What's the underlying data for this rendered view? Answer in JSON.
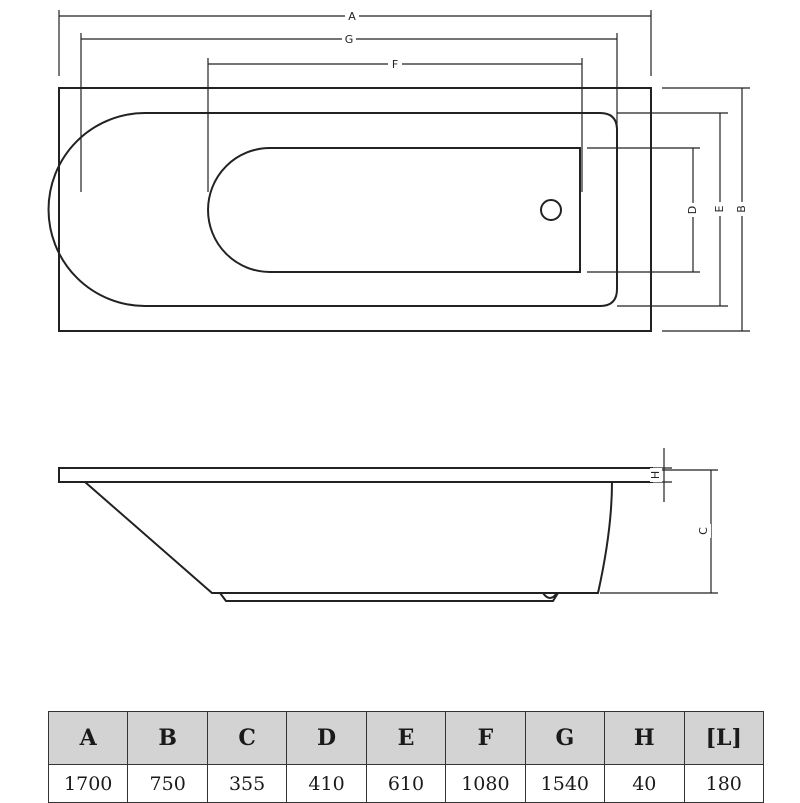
{
  "diagram": {
    "labels": {
      "A": "A",
      "B": "B",
      "C": "C",
      "D": "D",
      "E": "E",
      "F": "F",
      "G": "G",
      "H": "H"
    }
  },
  "spec_table": {
    "headers": [
      "A",
      "B",
      "C",
      "D",
      "E",
      "F",
      "G",
      "H",
      "[L]"
    ],
    "values": [
      "1700",
      "750",
      "355",
      "410",
      "610",
      "1080",
      "1540",
      "40",
      "180"
    ]
  }
}
